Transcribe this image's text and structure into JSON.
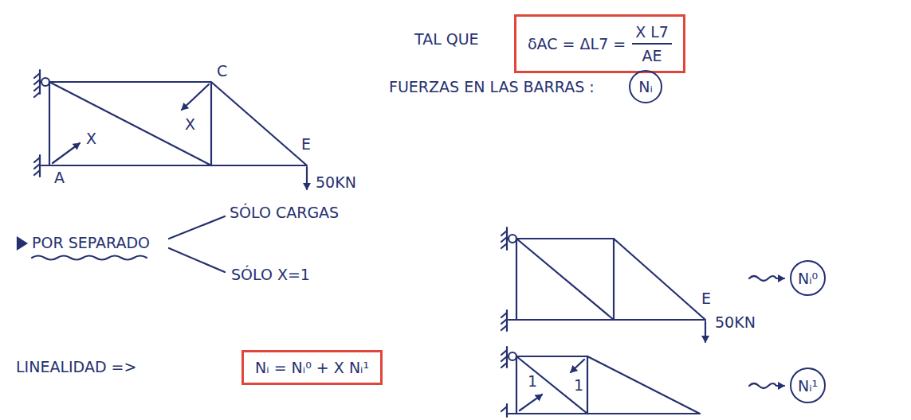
{
  "diagram": {
    "nodes": [
      {
        "text": [
          "δAC = ΔL7 =",
          "X L7",
          "AE"
        ]
      },
      {
        "text": [
          "Nᵢ"
        ]
      },
      {
        "text": [
          "Nᵢ⁰"
        ]
      },
      {
        "text": [
          "Nᵢ = Nᵢ⁰ + X Nᵢ¹"
        ]
      },
      {
        "text": [
          "Nᵢ¹"
        ]
      }
    ],
    "labels": [
      "C",
      "X",
      "X",
      "A",
      "E",
      "50KN",
      "TAL QUE",
      "FUERZAS EN LAS BARRAS :",
      "POR SEPARADO",
      "SÓLO CARGAS",
      "E",
      "50KN",
      "SÓLO X=1",
      "1",
      "1",
      "LINEALIDAD =>"
    ]
  }
}
